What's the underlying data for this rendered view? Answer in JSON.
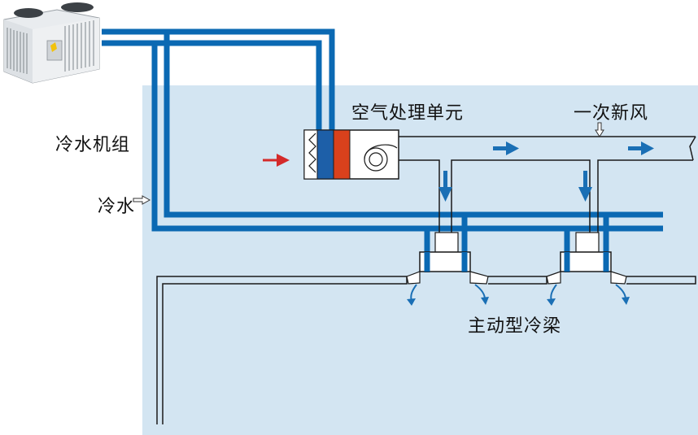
{
  "labels": {
    "chiller": "冷水机组",
    "chilled_water": "冷水",
    "air_handling_unit": "空气处理单元",
    "primary_fresh_air": "一次新风",
    "active_chilled_beam": "主动型冷梁"
  },
  "colors": {
    "room_background": "#d3e5f2",
    "water_pipe": "#0b69b3",
    "air_arrow": "#1a6fb5",
    "inlet_arrow": "#d42a2a",
    "cooling_coil": "#1d5fa8",
    "heating_coil": "#d9411c",
    "duct_line": "#1a1a1a"
  },
  "icons": [
    "chiller-unit-icon",
    "fan-icon",
    "filter-icon",
    "airflow-arrow-icon",
    "chilled-beam-icon"
  ]
}
